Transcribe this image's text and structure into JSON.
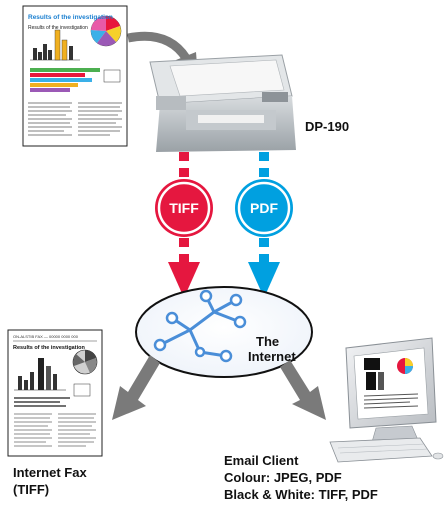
{
  "scanned_doc": {
    "title": "Results of the investigation",
    "subtitle": "Results of the investigation"
  },
  "device": {
    "label": "DP-190"
  },
  "formats": {
    "tiff": "TIFF",
    "pdf": "PDF"
  },
  "internet": {
    "line1": "The",
    "line2": "Internet"
  },
  "fax": {
    "header": "ON-ALSTIB FAX — 00000 0000 000",
    "title": "Results of the investigation",
    "label_line1": "Internet Fax",
    "label_line2": "(TIFF)"
  },
  "email": {
    "line1": "Email Client",
    "line2": "Colour: JPEG, PDF",
    "line3": "Black & White: TIFF, PDF"
  },
  "colors": {
    "tiff": "#e5173f",
    "pdf": "#00a0e0",
    "arrow_gray": "#7a7a7a",
    "network": "#4a8ed8",
    "doc_title": "#1a7fd0"
  }
}
